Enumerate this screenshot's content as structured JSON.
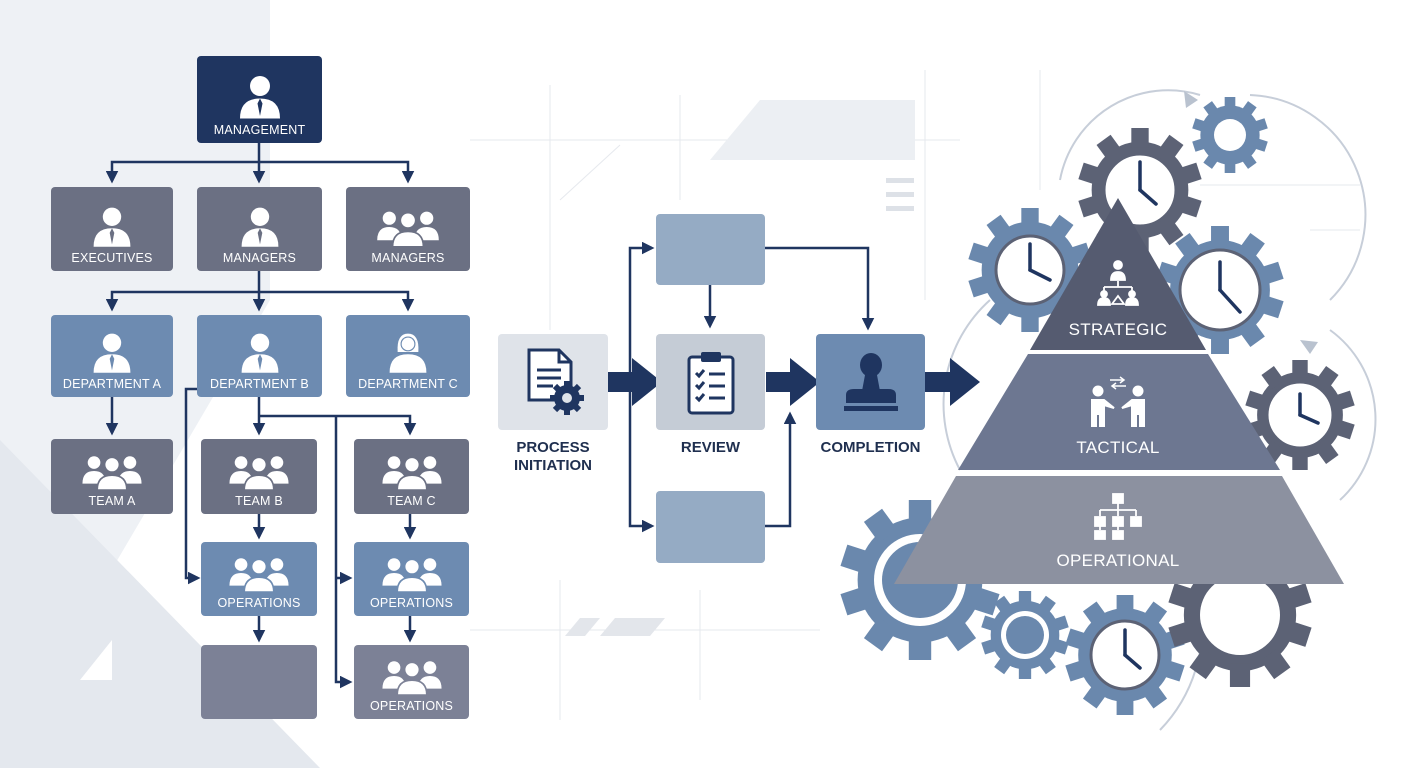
{
  "org_chart": {
    "top": {
      "label": "MANAGEMENT",
      "icon": "person-tie-icon"
    },
    "row2": [
      {
        "label": "EXECUTIVES",
        "icon": "person-tie-icon"
      },
      {
        "label": "MANAGERS",
        "icon": "person-tie-icon"
      },
      {
        "label": "MANAGERS",
        "icon": "group-icon"
      }
    ],
    "row3": [
      {
        "label": "DEPARTMENT A",
        "icon": "person-tie-icon"
      },
      {
        "label": "DEPARTMENT B",
        "icon": "person-tie-icon"
      },
      {
        "label": "DEPARTMENT C",
        "icon": "person-woman-icon"
      }
    ],
    "teams": [
      {
        "label": "TEAM A",
        "icon": "group-icon"
      },
      {
        "label": "TEAM B",
        "icon": "group-icon"
      },
      {
        "label": "TEAM C",
        "icon": "group-icon"
      }
    ],
    "operations": [
      {
        "label": "OPERATIONS",
        "icon": "group-icon"
      },
      {
        "label": "OPERATIONS",
        "icon": "group-icon"
      },
      {
        "label": "OPERATIONS",
        "icon": "group-icon"
      }
    ]
  },
  "process_flow": {
    "steps": [
      {
        "label": "PROCESS\nINITIATION",
        "icon": "document-gear-icon"
      },
      {
        "label": "REVIEW",
        "icon": "clipboard-checklist-icon"
      },
      {
        "label": "COMPLETION",
        "icon": "stamp-icon"
      }
    ]
  },
  "pyramid": {
    "levels": [
      {
        "label": "STRATEGIC",
        "icon": "hierarchy-people-icon",
        "color": "#555b70"
      },
      {
        "label": "TACTICAL",
        "icon": "handshake-people-icon",
        "color": "#6d7791"
      },
      {
        "label": "OPERATIONAL",
        "icon": "org-chart-icon",
        "color": "#8c91a0"
      }
    ]
  },
  "colors": {
    "navy": "#1f3560",
    "slate": "#6b7083",
    "steel_blue": "#6d8bb1",
    "light_blue": "#95abc4",
    "gear_blue": "#6a88ad",
    "gear_gray": "#5c6275"
  }
}
